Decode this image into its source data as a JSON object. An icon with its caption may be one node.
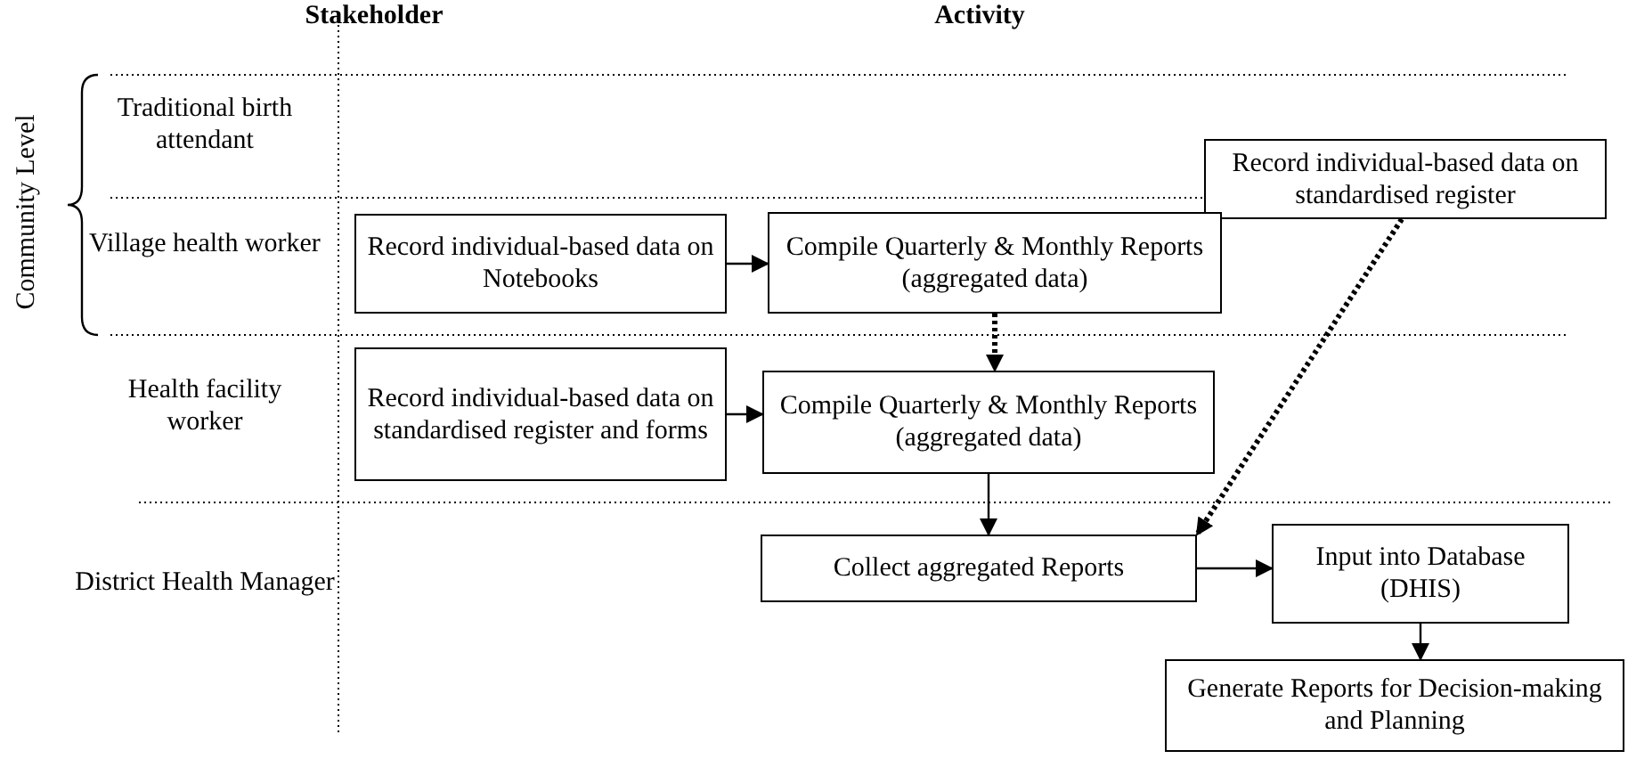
{
  "diagram": {
    "nodes": [
      {
        "text": [
          "Record individual-based data on standardised register"
        ]
      },
      {
        "text": [
          "Record individual-based data on Notebooks"
        ]
      },
      {
        "text": [
          "Compile Quarterly & Monthly Reports (aggregated data)"
        ]
      },
      {
        "text": [
          "Record individual-based data on standardised register and forms"
        ]
      },
      {
        "text": [
          "Compile Quarterly & Monthly Reports (aggregated data)"
        ]
      },
      {
        "text": [
          "Collect aggregated Reports"
        ]
      },
      {
        "text": [
          "Input into Database (DHIS)"
        ]
      },
      {
        "text": [
          "Generate Reports for Decision-making and Planning"
        ]
      }
    ],
    "edges": [
      {
        "from": 1,
        "to": 2,
        "arrow": "to"
      },
      {
        "from": 2,
        "to": 4,
        "arrow": "to",
        "style": "dashed"
      },
      {
        "from": 3,
        "to": 4,
        "arrow": "to"
      },
      {
        "from": 4,
        "to": 5,
        "arrow": "to"
      },
      {
        "from": 0,
        "to": 5,
        "arrow": "to",
        "style": "dashed"
      },
      {
        "from": 5,
        "to": 6,
        "arrow": "to"
      },
      {
        "from": 6,
        "to": 7,
        "arrow": "to"
      }
    ],
    "labels": [
      "Stakeholder",
      "Activity",
      "Community Level",
      "Traditional birth attendant",
      "Village health worker",
      "Health facility worker",
      "District Health Manager"
    ]
  }
}
